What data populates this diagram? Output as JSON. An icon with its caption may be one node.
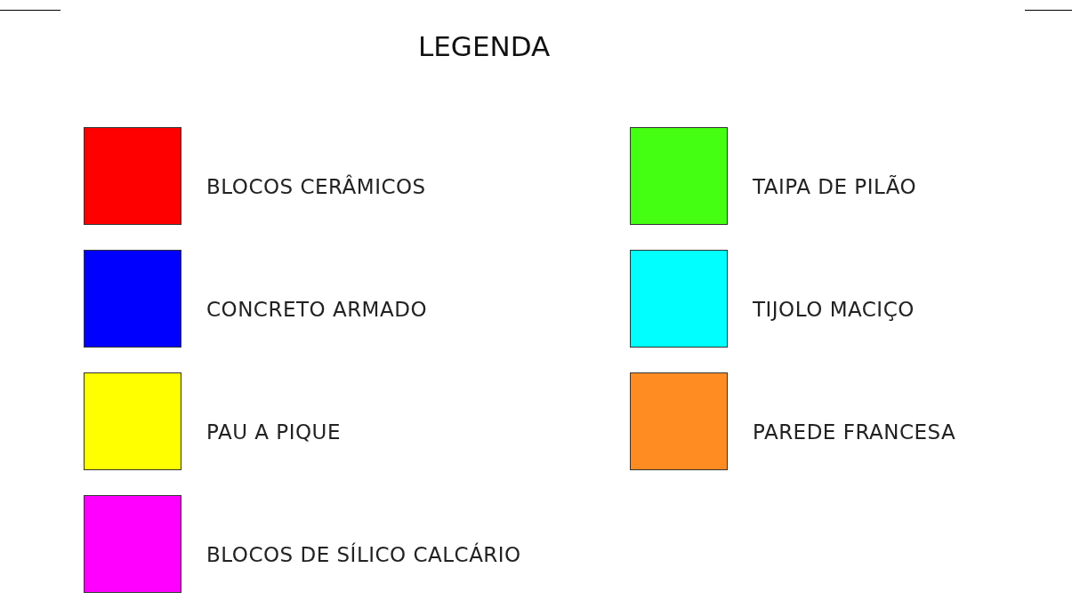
{
  "diagram": {
    "title": "LEGENDA",
    "legend": [
      {
        "text": "BLOCOS CERÂMICOS",
        "color": "#ff0000"
      },
      {
        "text": "CONCRETO ARMADO",
        "color": "#0000ff"
      },
      {
        "text": "PAU A PIQUE",
        "color": "#ffff00"
      },
      {
        "text": "BLOCOS DE SÍLICO CALCÁRIO",
        "color": "#ff00ff"
      },
      {
        "text": "TAIPA DE PILÃO",
        "color": "#44ff11"
      },
      {
        "text": "TIJOLO MACIÇO",
        "color": "#00ffff"
      },
      {
        "text": "PAREDE FRANCESA",
        "color": "#ff8c22"
      }
    ]
  }
}
